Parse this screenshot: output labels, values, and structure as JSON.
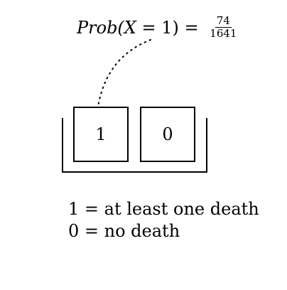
{
  "formula": {
    "prefix": "Prob(X",
    "equals": " = ",
    "value": "1)",
    "equals2": " = ",
    "numerator": "74",
    "denominator": "1641"
  },
  "boxes": [
    {
      "label": "1"
    },
    {
      "label": "0"
    }
  ],
  "legend": [
    {
      "symbol": "1",
      "text": " = at least one death"
    },
    {
      "symbol": "0",
      "text": " = no death"
    }
  ],
  "colors": {
    "stroke": "#000000",
    "background": "#ffffff"
  }
}
